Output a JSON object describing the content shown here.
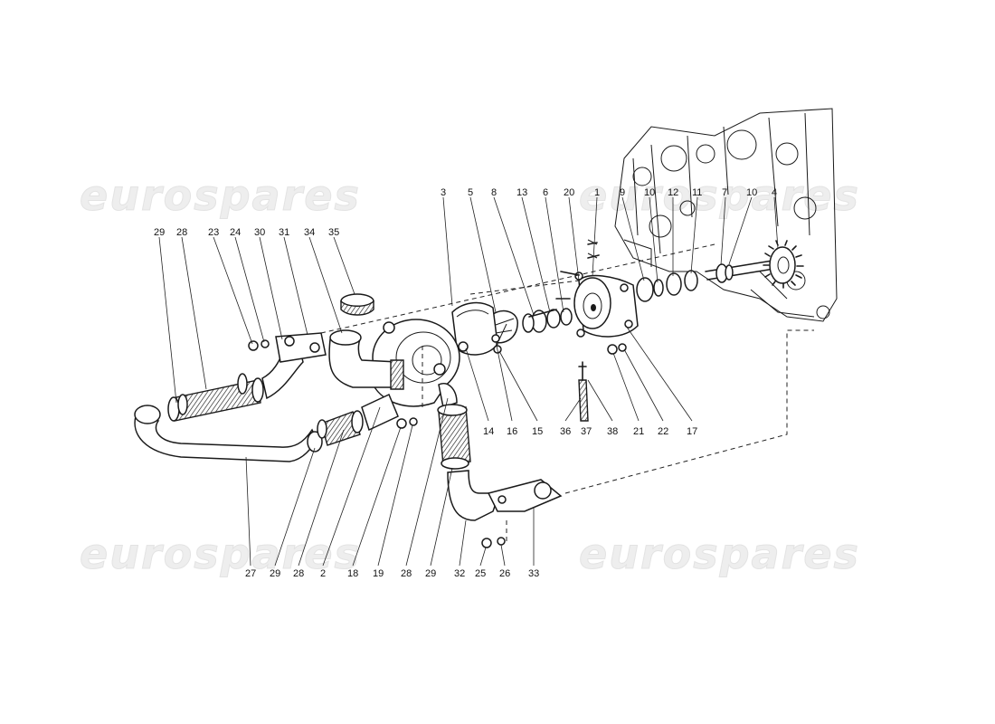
{
  "watermark": {
    "text": "eurospares"
  },
  "callouts": [
    {
      "label": "29"
    },
    {
      "label": "28"
    },
    {
      "label": "23"
    },
    {
      "label": "24"
    },
    {
      "label": "30"
    },
    {
      "label": "31"
    },
    {
      "label": "34"
    },
    {
      "label": "35"
    },
    {
      "label": "3"
    },
    {
      "label": "5"
    },
    {
      "label": "8"
    },
    {
      "label": "13"
    },
    {
      "label": "6"
    },
    {
      "label": "20"
    },
    {
      "label": "1"
    },
    {
      "label": "9"
    },
    {
      "label": "10"
    },
    {
      "label": "12"
    },
    {
      "label": "11"
    },
    {
      "label": "7"
    },
    {
      "label": "10"
    },
    {
      "label": "4"
    },
    {
      "label": "14"
    },
    {
      "label": "16"
    },
    {
      "label": "15"
    },
    {
      "label": "36"
    },
    {
      "label": "37"
    },
    {
      "label": "38"
    },
    {
      "label": "21"
    },
    {
      "label": "22"
    },
    {
      "label": "17"
    },
    {
      "label": "27"
    },
    {
      "label": "29"
    },
    {
      "label": "28"
    },
    {
      "label": "2"
    },
    {
      "label": "18"
    },
    {
      "label": "19"
    },
    {
      "label": "28"
    },
    {
      "label": "29"
    },
    {
      "label": "32"
    },
    {
      "label": "25"
    },
    {
      "label": "26"
    },
    {
      "label": "33"
    }
  ]
}
